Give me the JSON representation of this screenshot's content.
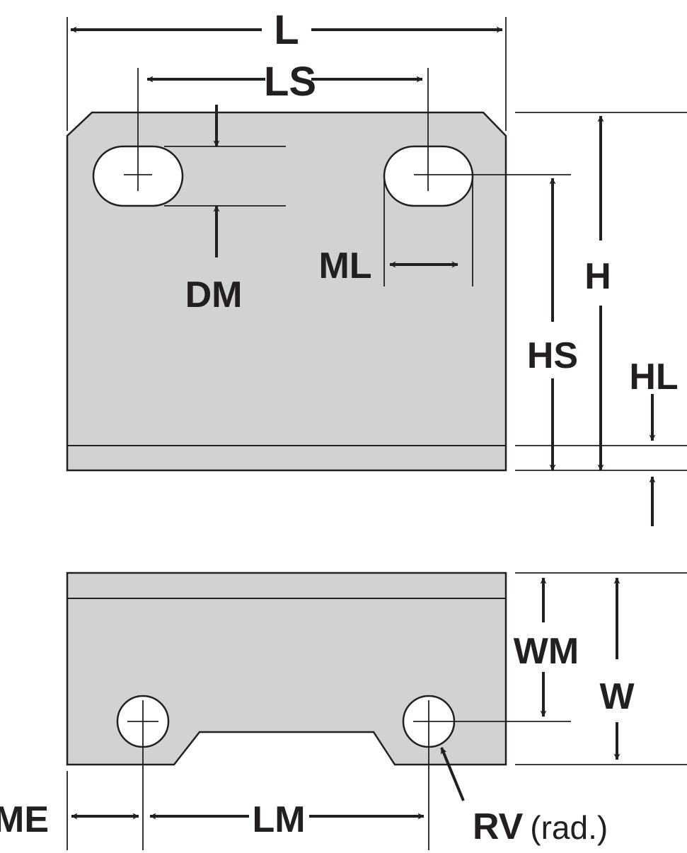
{
  "colors": {
    "plate": "#d1d2d4",
    "ink": "#231f20",
    "background": "#ffffff"
  },
  "labels": {
    "L": "L",
    "LS": "LS",
    "DM": "DM",
    "ML": "ML",
    "H": "H",
    "HS": "HS",
    "HL": "HL",
    "WM": "WM",
    "W": "W",
    "ME": "ME",
    "LM": "LM",
    "RV": "RV",
    "RV_suffix": "(rad.)"
  }
}
